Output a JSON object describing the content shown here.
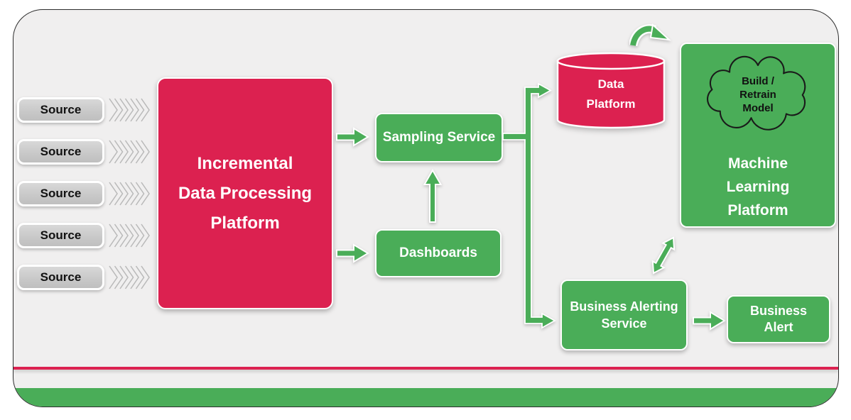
{
  "colors": {
    "red": "#dc2150",
    "green": "#4aad58",
    "source-gray": "#c9c9c9",
    "frame-bg": "#f0efef",
    "chevron-gray": "#b9b9b9",
    "border-dark": "#2d2d2d"
  },
  "sources": [
    "Source",
    "Source",
    "Source",
    "Source",
    "Source"
  ],
  "incremental_platform": {
    "lines": [
      "Incremental",
      "Data Processing",
      "Platform"
    ]
  },
  "sampling_service": {
    "label": "Sampling Service"
  },
  "dashboards": {
    "label": "Dashboards"
  },
  "data_platform": {
    "lines": [
      "Data",
      "Platform"
    ]
  },
  "ml_platform": {
    "cloud_lines": [
      "Build /",
      "Retrain",
      "Model"
    ],
    "lines": [
      "Machine",
      "Learning",
      "Platform"
    ]
  },
  "business_alerting_service": {
    "lines": [
      "Business Alerting",
      "Service"
    ]
  },
  "business_alert": {
    "lines": [
      "Business",
      "Alert"
    ]
  }
}
